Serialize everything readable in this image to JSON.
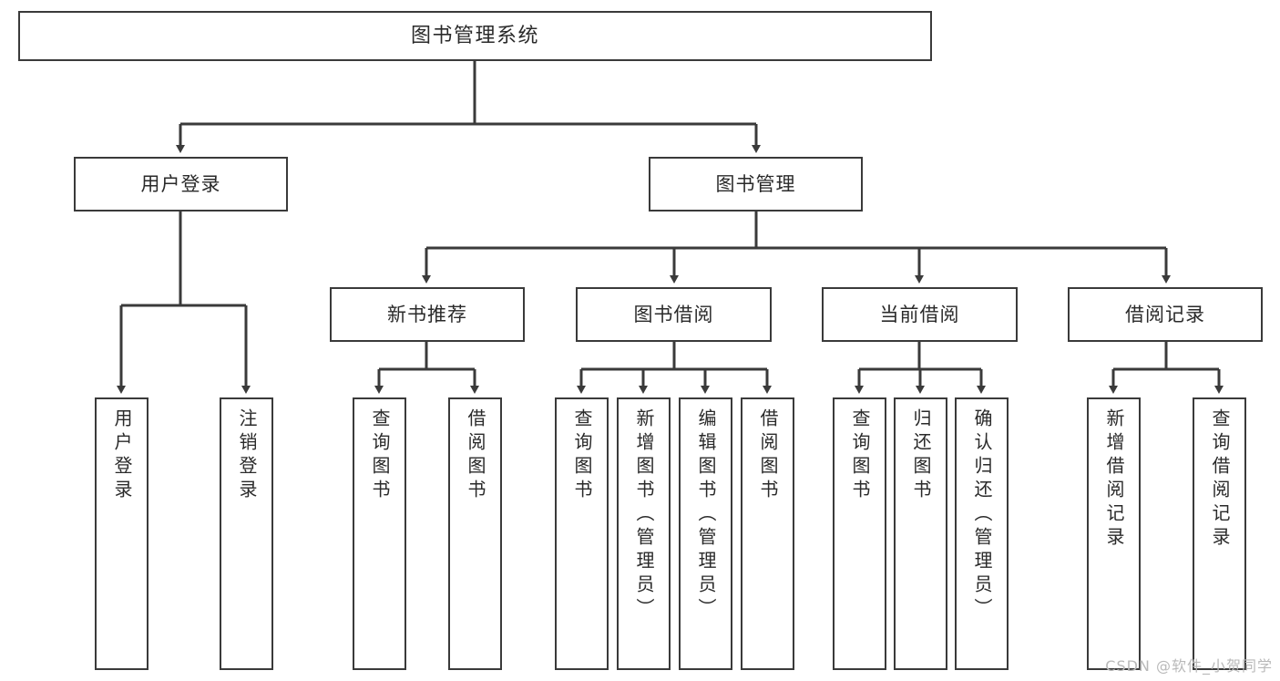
{
  "diagram": {
    "title": "图书管理系统",
    "type": "tree-hierarchy",
    "watermark": "CSDN @软件_小贺同学",
    "colors": {
      "box_border": "#3a3a3a",
      "box_fill": "#ffffff",
      "connector": "#3a3a3a",
      "text": "#2a2a2a",
      "watermark": "#b9b9b9",
      "background": "#ffffff"
    },
    "nodes": {
      "root": {
        "label": "图书管理系统"
      },
      "level2": [
        {
          "id": "user-login",
          "label": "用户登录"
        },
        {
          "id": "book-manage",
          "label": "图书管理"
        }
      ],
      "level3": [
        {
          "id": "new-book-rec",
          "label": "新书推荐"
        },
        {
          "id": "book-borrow",
          "label": "图书借阅"
        },
        {
          "id": "current-borrow",
          "label": "当前借阅"
        },
        {
          "id": "borrow-record",
          "label": "借阅记录"
        }
      ],
      "leaves": {
        "user_login": [
          {
            "id": "leaf-user-login",
            "label": "用户登录"
          },
          {
            "id": "leaf-logout",
            "label": "注销登录"
          }
        ],
        "new_book_rec": [
          {
            "id": "leaf-query-book-1",
            "label": "查询图书"
          },
          {
            "id": "leaf-borrow-book-1",
            "label": "借阅图书"
          }
        ],
        "book_borrow": [
          {
            "id": "leaf-query-book-2",
            "label": "查询图书"
          },
          {
            "id": "leaf-add-book",
            "label": "新增图书（管理员）"
          },
          {
            "id": "leaf-edit-book",
            "label": "编辑图书（管理员）"
          },
          {
            "id": "leaf-borrow-book-2",
            "label": "借阅图书"
          }
        ],
        "current_borrow": [
          {
            "id": "leaf-query-book-3",
            "label": "查询图书"
          },
          {
            "id": "leaf-return-book",
            "label": "归还图书"
          },
          {
            "id": "leaf-confirm-return",
            "label": "确认归还（管理员）"
          }
        ],
        "borrow_record": [
          {
            "id": "leaf-add-record",
            "label": "新增借阅记录"
          },
          {
            "id": "leaf-query-record",
            "label": "查询借阅记录"
          }
        ]
      }
    }
  }
}
